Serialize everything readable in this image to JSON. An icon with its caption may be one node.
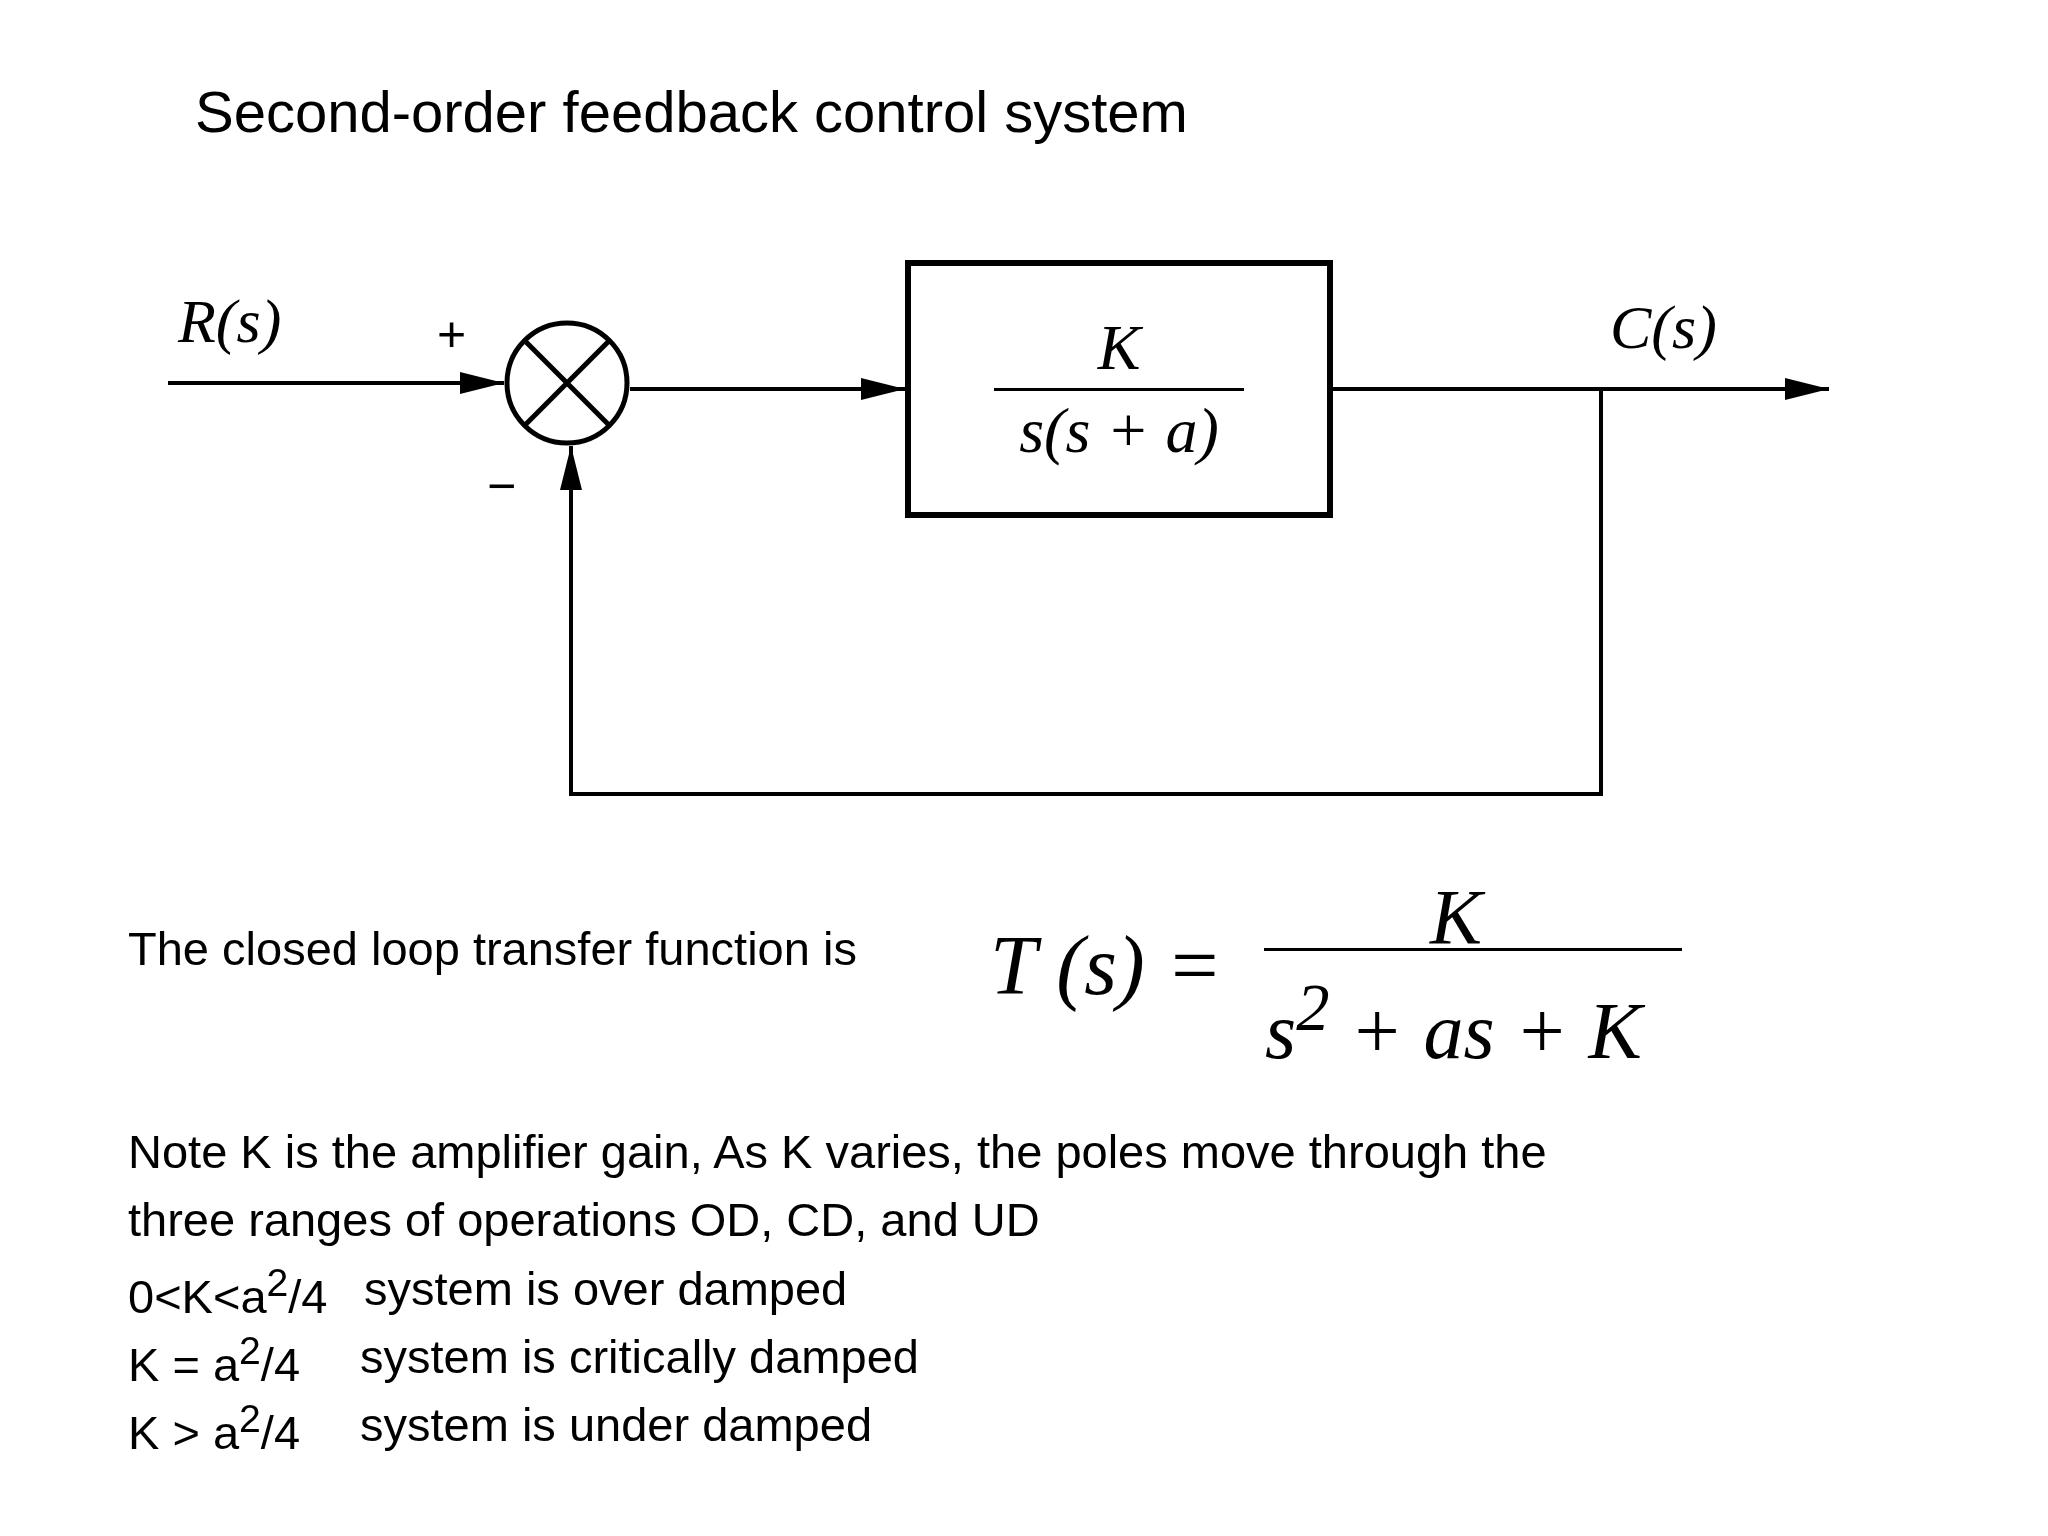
{
  "diagram": {
    "title": "Second-order feedback control system",
    "nodes": [
      {
        "text": [],
        "shape": "circle"
      },
      {
        "text": [
          "K",
          "s(s + a)"
        ]
      }
    ],
    "edges": [
      {
        "from": null,
        "to": 0,
        "arrow": "to",
        "label": "R(s)"
      },
      {
        "from": 0,
        "to": 1,
        "arrow": "to"
      },
      {
        "from": 1,
        "to": null,
        "arrow": "to",
        "label": "C(s)"
      },
      {
        "from": 1,
        "to": 0,
        "arrow": "to"
      }
    ],
    "labels": [
      "+",
      "−",
      "The closed loop transfer function is",
      "T (s) =",
      "K",
      "s$^{2}$ + as + K",
      "Note K is the amplifier gain, As K varies, the poles move through the three ranges of operations OD, CD, and UD",
      "0<K<a$^{2}$/4",
      "system is over damped",
      "K = a$^{2}$/4",
      "system is critically damped",
      "K > a$^{2}$/4",
      "system is under damped"
    ]
  }
}
